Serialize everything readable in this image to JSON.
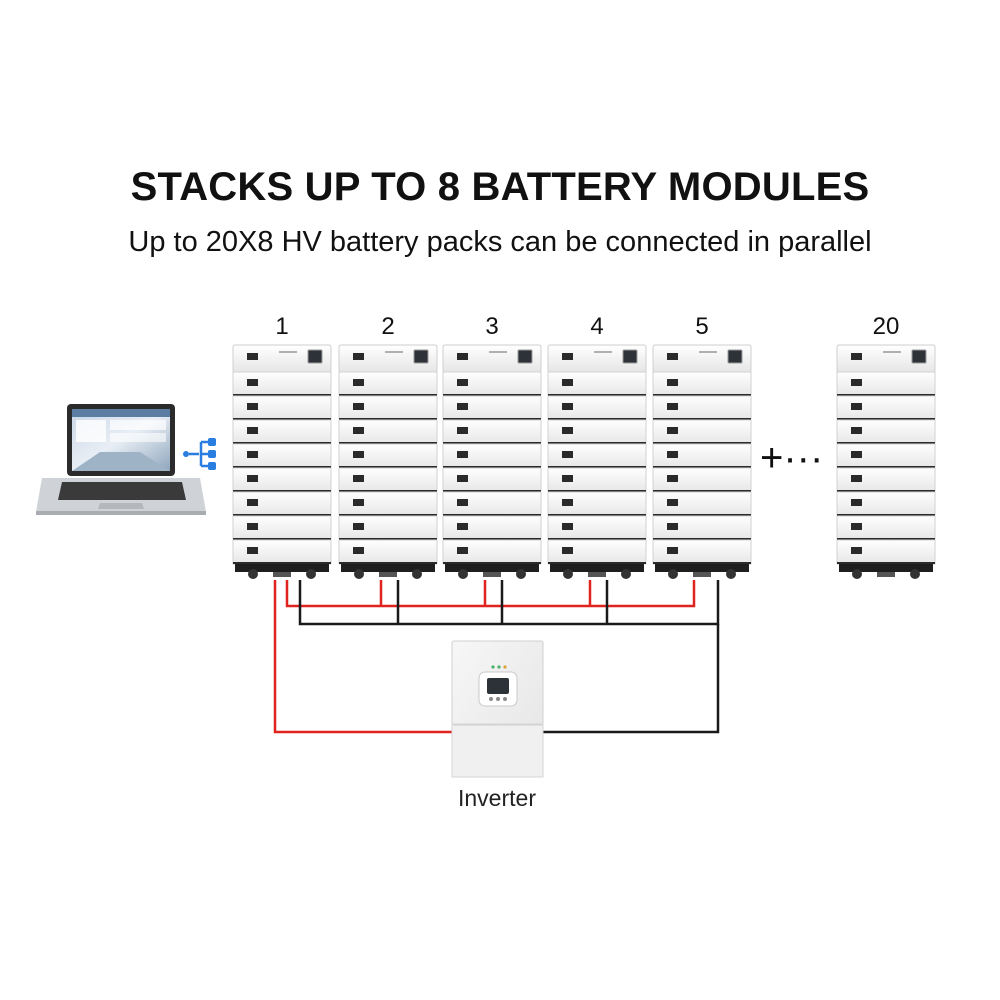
{
  "header": {
    "title": "STACKS UP TO 8 BATTERY MODULES",
    "subtitle": "Up to 20X8 HV battery packs can be connected in parallel"
  },
  "stacks": [
    {
      "label": "1"
    },
    {
      "label": "2"
    },
    {
      "label": "3"
    },
    {
      "label": "4"
    },
    {
      "label": "5"
    },
    {
      "label": "20"
    }
  ],
  "modules_per_stack": 8,
  "more_indicator": "+···",
  "inverter": {
    "label": "Inverter"
  },
  "laptop": {
    "icon": "laptop-icon"
  },
  "network": {
    "icon": "network-icon"
  },
  "colors": {
    "positive_cable": "#e0231f",
    "negative_cable": "#1a1a1a",
    "network_icon": "#2a7de1",
    "battery_body": "#f4f4f4",
    "battery_base": "#1e1e1e"
  }
}
